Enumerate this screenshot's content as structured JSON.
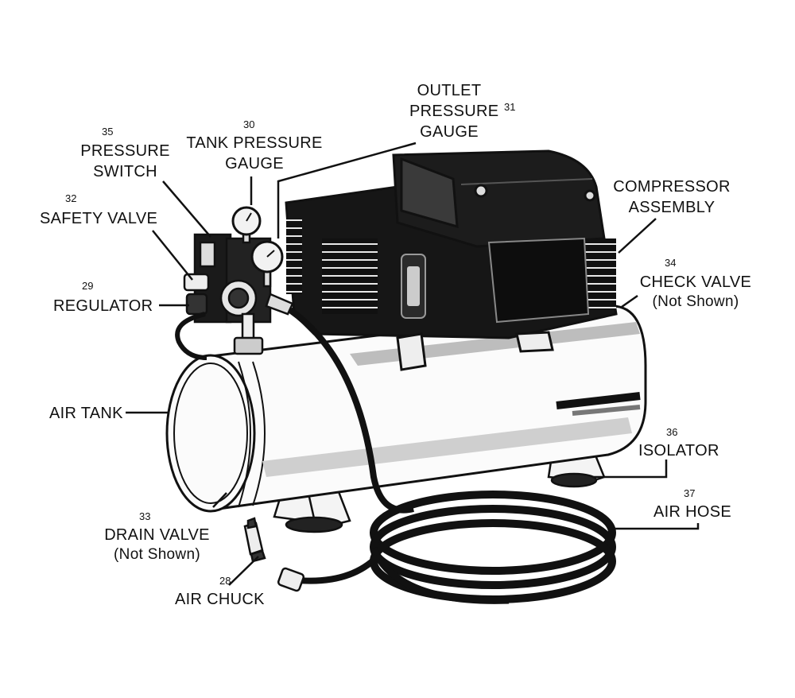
{
  "callouts": {
    "outlet_gauge": {
      "number": "31",
      "lines": [
        "OUTLET",
        "PRESSURE",
        "GAUGE"
      ]
    },
    "tank_gauge": {
      "number": "30",
      "lines": [
        "TANK PRESSURE",
        "GAUGE"
      ]
    },
    "pressure_switch": {
      "number": "35",
      "lines": [
        "PRESSURE",
        "SWITCH"
      ]
    },
    "safety_valve": {
      "number": "32",
      "lines": [
        "SAFETY VALVE"
      ]
    },
    "regulator": {
      "number": "29",
      "lines": [
        "REGULATOR"
      ]
    },
    "compressor": {
      "number": "",
      "lines": [
        "COMPRESSOR",
        "ASSEMBLY"
      ]
    },
    "check_valve": {
      "number": "34",
      "lines": [
        "CHECK VALVE",
        "(Not Shown)"
      ]
    },
    "air_tank": {
      "number": "",
      "lines": [
        "AIR TANK"
      ]
    },
    "isolator": {
      "number": "36",
      "lines": [
        "ISOLATOR"
      ]
    },
    "air_hose": {
      "number": "37",
      "lines": [
        "AIR HOSE"
      ]
    },
    "drain_valve": {
      "number": "33",
      "lines": [
        "DRAIN VALVE",
        "(Not Shown)"
      ]
    },
    "air_chuck": {
      "number": "28",
      "lines": [
        "AIR CHUCK"
      ]
    }
  }
}
